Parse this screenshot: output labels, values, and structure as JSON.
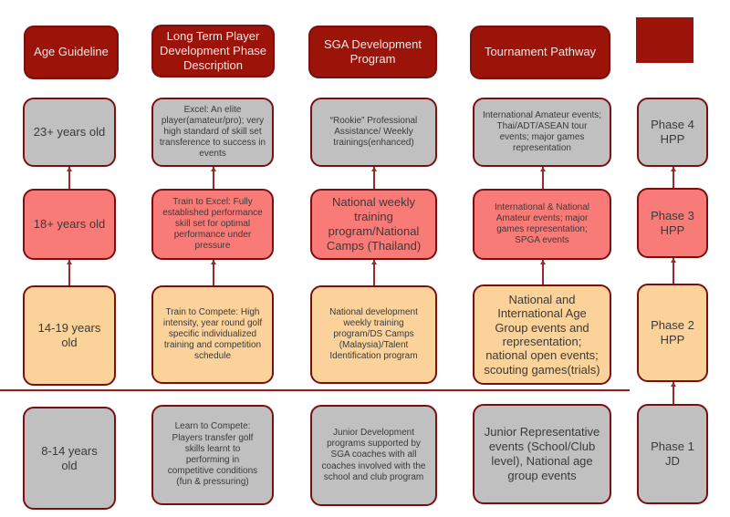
{
  "headers": {
    "age": "Age Guideline",
    "ltpd": "Long Term Player Development Phase Description",
    "sga": "SGA Development Program",
    "tournament": "Tournament Pathway"
  },
  "legend": {
    "color": "#9b1309"
  },
  "rows": [
    {
      "level": "top",
      "color": "#c0c0c0",
      "age": "23+ years old",
      "ltpd": "Excel: An elite player(amateur/pro); very high standard of skill set transference to success in events",
      "sga": "“Rookie” Professional Assistance/ Weekly trainings(enhanced)",
      "tournament": "International Amateur events; Thai/ADT/ASEAN tour events; major games representation",
      "phase": "Phase 4 HPP"
    },
    {
      "level": "upper",
      "color": "#f97b78",
      "age": "18+ years old",
      "ltpd": "Train to Excel: Fully established performance skill set for optimal performance under pressure",
      "sga": "National weekly training program/National Camps (Thailand)",
      "tournament": "International & National Amateur events; major games representation; SPGA events",
      "phase": "Phase 3 HPP"
    },
    {
      "level": "middle",
      "color": "#fbd29a",
      "age": "14-19 years old",
      "ltpd": "Train to Compete: High intensity, year round golf specific individualized training and competition schedule",
      "sga": "National development weekly training program/DS Camps (Malaysia)/Talent Identification program",
      "tournament": "National and International Age Group events and representation; national open events; scouting games(trials)",
      "phase": "Phase 2 HPP"
    },
    {
      "level": "base",
      "color": "#c0c0c0",
      "age": "8-14 years old",
      "ltpd": "Learn to Compete: Players transfer golf skills learnt to performing in competitive conditions (fun & pressuring)",
      "sga": "Junior Development programs supported by SGA coaches with all coaches involved with the school and club program",
      "tournament": "Junior Representative events (School/Club level), National age group events",
      "phase": "Phase 1 JD"
    }
  ]
}
